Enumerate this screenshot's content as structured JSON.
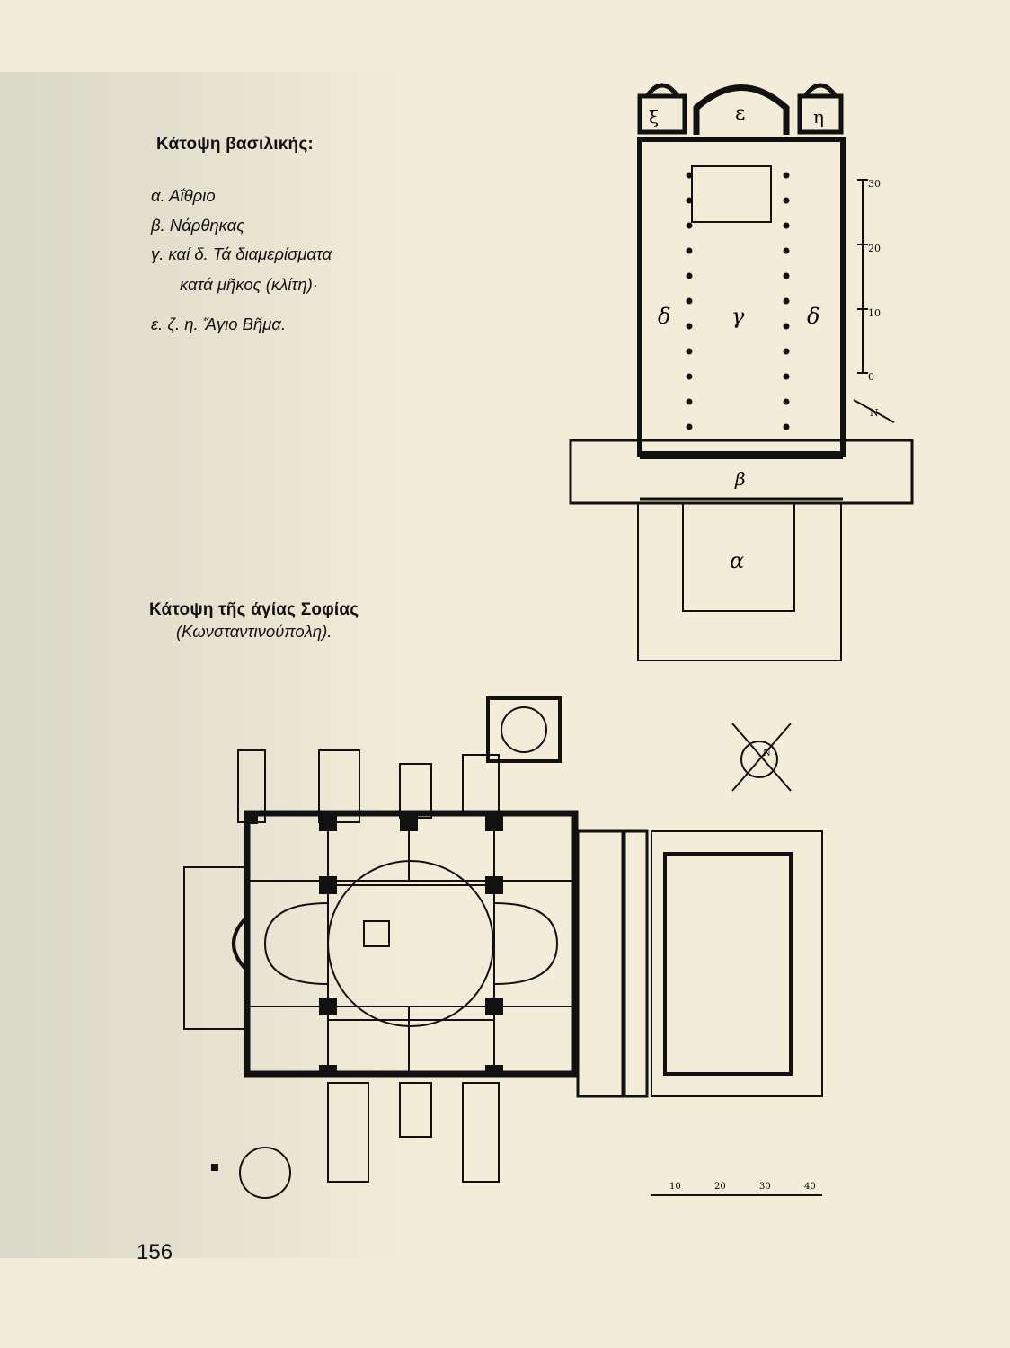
{
  "basilica": {
    "title": "Κάτοψη βασιλικής:",
    "legend": [
      "α. Αΐθριο",
      "β. Νάρθηκας",
      "γ. καί δ. Τά διαμερίσματα",
      "κατά μῆκος (κλίτη)·",
      "ε. ζ. η. Ἅγιο Βῆμα."
    ],
    "plan_labels": {
      "zeta": "ξ",
      "epsilon": "ε",
      "eta": "η",
      "delta_left": "δ",
      "gamma": "γ",
      "delta_right": "δ",
      "beta": "β",
      "alpha": "α"
    },
    "scale": {
      "ticks": [
        "30",
        "20",
        "10",
        "0"
      ]
    },
    "north": "N"
  },
  "hagia_sophia": {
    "title": "Κάτοψη τῆς άγίας Σοφίας",
    "subtitle": "(Κωνσταντινούπολη).",
    "scale": {
      "ticks": [
        "10",
        "20",
        "30",
        "40"
      ]
    },
    "compass": "N"
  },
  "page": {
    "number": "156"
  }
}
